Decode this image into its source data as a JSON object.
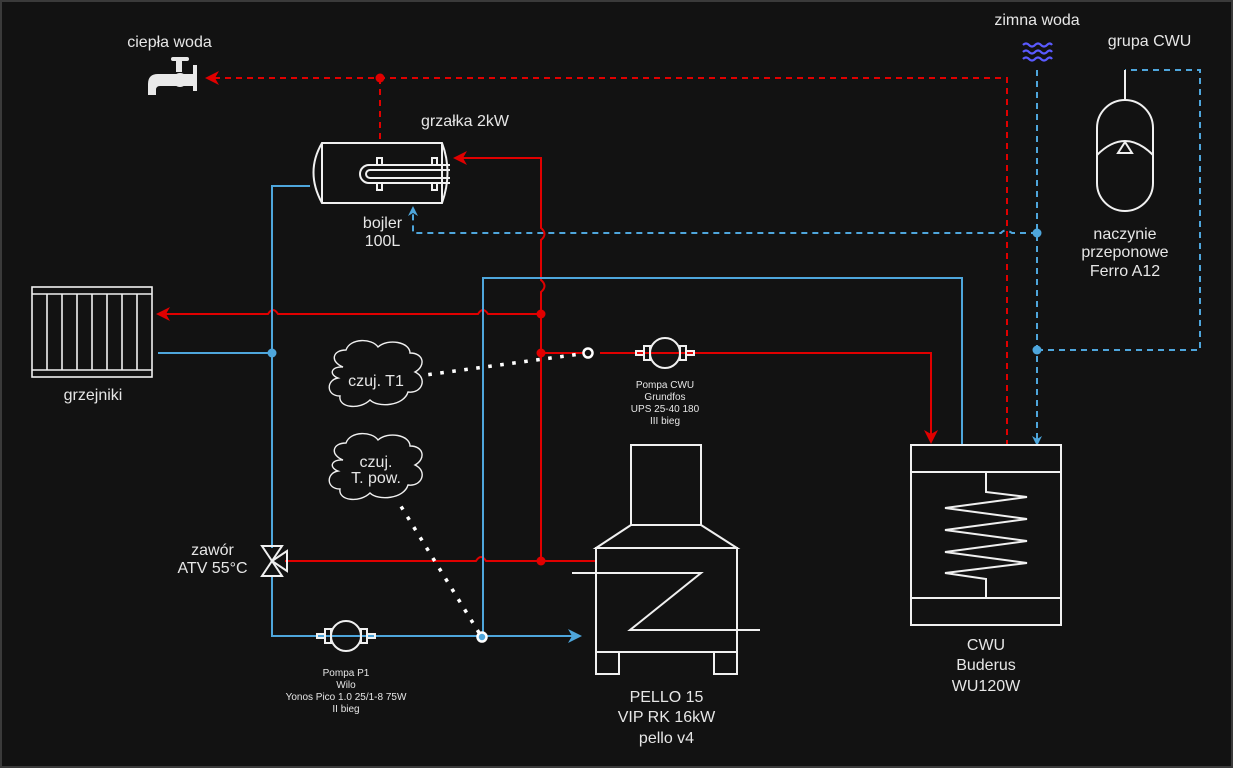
{
  "diagram": {
    "colors": {
      "hot": "#e00000",
      "cold": "#4ea6dc",
      "symbol": "#f0f0f0",
      "background": "#121212",
      "cold_water_icon": "#5a5aff"
    },
    "labels": {
      "hot_water": "ciepła woda",
      "cold_water": "zimna woda",
      "dhw_group": "grupa CWU",
      "heater": "grzałka 2kW",
      "boiler_tank": [
        "bojler",
        "100L"
      ],
      "radiators": "grzejniki",
      "expansion_vessel": [
        "naczynie",
        "przeponowe",
        "Ferro A12"
      ],
      "sensor_t1": "czuj. T1",
      "sensor_outdoor": [
        "czuj.",
        "T. pow."
      ],
      "valve": [
        "zawór",
        "ATV 55°C"
      ],
      "pump_dhw": [
        "Pompa CWU",
        "Grundfos",
        "UPS 25-40 180",
        "III bieg"
      ],
      "pump_p1": [
        "Pompa P1",
        "Wilo",
        "Yonos Pico 1.0 25/1-8 75W",
        "II bieg"
      ],
      "furnace": [
        "PELLO 15",
        "VIP RK 16kW",
        "pello v4"
      ],
      "dhw_cylinder": [
        "CWU",
        "Buderus",
        "WU120W"
      ]
    },
    "icons": {
      "tap": "faucet-icon",
      "cold_water": "water-waves-icon",
      "tank": "horizontal-tank-icon",
      "radiator": "radiator-icon",
      "vessel": "expansion-vessel-icon",
      "pump": "pump-icon",
      "valve": "three-way-valve-icon",
      "furnace": "boiler-icon",
      "cylinder": "coil-cylinder-icon",
      "sensor": "cloud-icon"
    }
  }
}
